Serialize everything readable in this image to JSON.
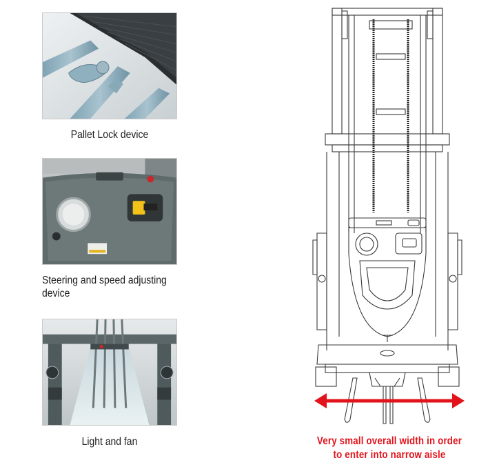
{
  "features": [
    {
      "caption": "Pallet Lock device",
      "image_icon": "pallet-lock-photo"
    },
    {
      "caption_line1": "Steering and speed adjusting",
      "caption_line2": "device",
      "image_icon": "steering-panel-photo"
    },
    {
      "caption": "Light and fan",
      "image_icon": "light-fan-photo"
    }
  ],
  "drawing": {
    "icon": "order-picker-front-view",
    "note_line1": "Very small overall width in order",
    "note_line2": "to enter into narrow aisle",
    "arrow_color": "#e3131b"
  }
}
